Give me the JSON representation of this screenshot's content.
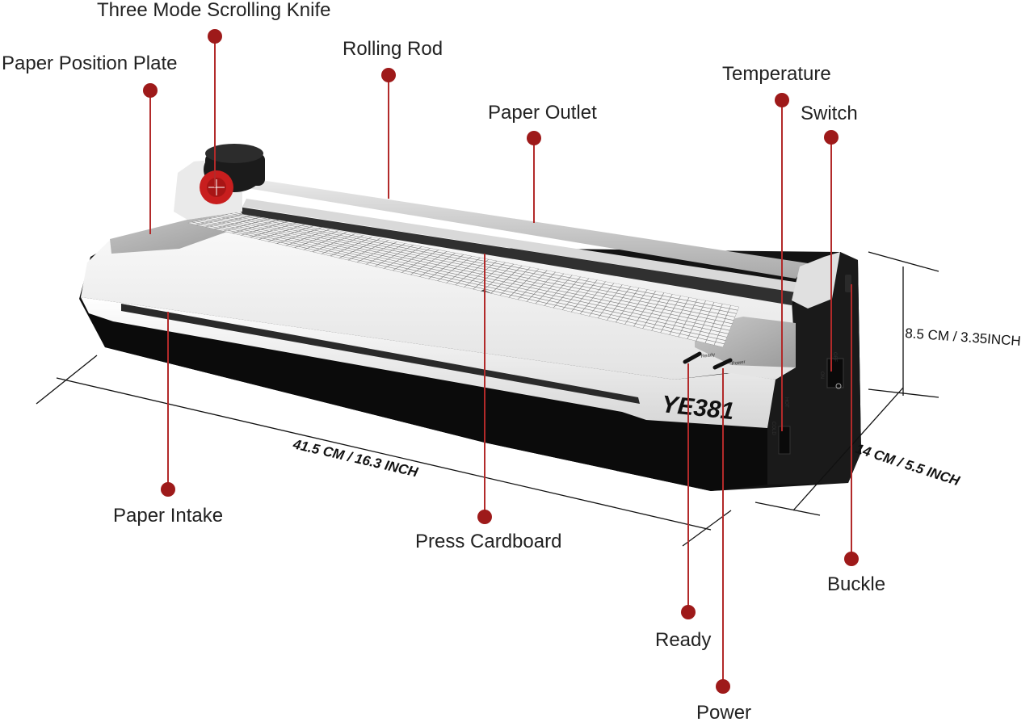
{
  "labels": {
    "knife": "Three Mode Scrolling Knife",
    "paper_position_plate": "Paper Position Plate",
    "rolling_rod": "Rolling Rod",
    "paper_outlet": "Paper Outlet",
    "temperature": "Temperature",
    "switch": "Switch",
    "paper_intake": "Paper Intake",
    "press_cardboard": "Press Cardboard",
    "buckle": "Buckle",
    "ready": "Ready",
    "power": "Power"
  },
  "dimensions": {
    "length": "41.5 CM / 16.3 INCH",
    "height": "8.5 CM / 3.35INCH",
    "depth": "14 CM / 5.5 INCH"
  },
  "device": {
    "model": "YE381",
    "ready_text": "Ready",
    "power_text": "Power",
    "cold_text": "COLD",
    "hot_text": "HOT",
    "on_text": "ON",
    "off_text": "OFF"
  },
  "colors": {
    "leader": "#b22a2a",
    "dot": "#9e1a1a",
    "body_black": "#121212",
    "top_white": "#f2f2f2",
    "knife_red": "#c81e1e"
  }
}
